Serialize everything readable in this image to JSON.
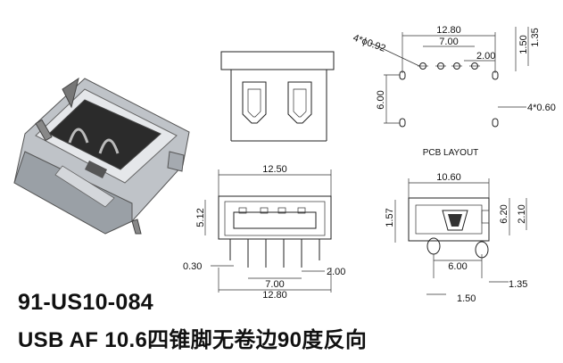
{
  "product": {
    "model": "91-US10-084",
    "description": "USB AF 10.6四锥脚无卷边90度反向"
  },
  "top_right_view": {
    "labels": {
      "width_outer": "12.80",
      "width_inner": "7.00",
      "pitch": "2.00",
      "holes": "4*ϕ0.92",
      "dim_150": "1.50",
      "dim_135": "1.35",
      "dim_600": "6.00",
      "dim_060": "4*0.60"
    },
    "caption": "PCB LAYOUT"
  },
  "front_view": {
    "labels": {
      "width": "12.50",
      "height": "5.12",
      "dim_030": "0.30",
      "dim_200": "2.00",
      "dim_700": "7.00",
      "dim_1280": "12.80"
    }
  },
  "side_view": {
    "labels": {
      "width": "10.60",
      "dim_157": "1.57",
      "dim_620": "6.20",
      "dim_210": "2.10",
      "dim_600": "6.00",
      "dim_150": "1.50",
      "dim_135": "1.35"
    }
  }
}
